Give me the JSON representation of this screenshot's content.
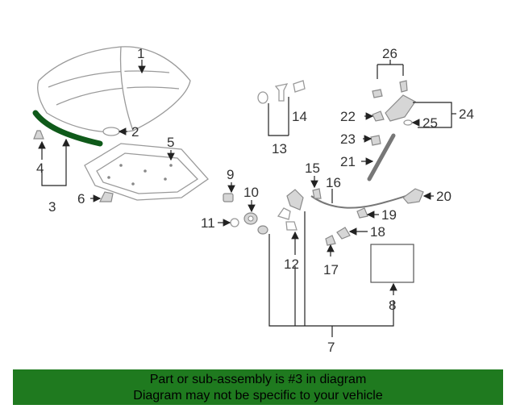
{
  "labels": {
    "l1": "1",
    "l2": "2",
    "l3": "3",
    "l4": "4",
    "l5": "5",
    "l6": "6",
    "l7": "7",
    "l8": "8",
    "l9": "9",
    "l10": "10",
    "l11": "11",
    "l12": "12",
    "l13": "13",
    "l14": "14",
    "l15": "15",
    "l16": "16",
    "l17": "17",
    "l18": "18",
    "l19": "19",
    "l20": "20",
    "l21": "21",
    "l22": "22",
    "l23": "23",
    "l24": "24",
    "l25": "25",
    "l26": "26"
  },
  "highlight_part": "3",
  "colors": {
    "highlight": "#0f5a1a",
    "banner": "#1f7a1f"
  },
  "banner": {
    "line1": "Part or sub-assembly is #3 in diagram",
    "line2": "Diagram may not be specific to your vehicle"
  }
}
